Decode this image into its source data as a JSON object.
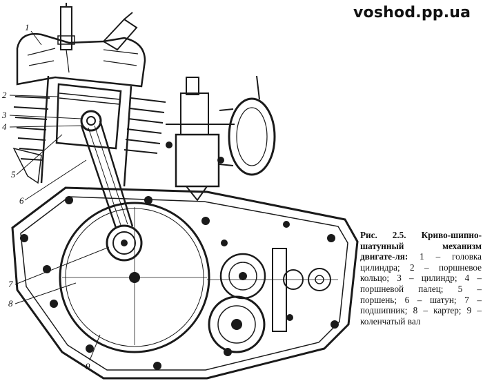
{
  "watermark": "voshod.pp.ua",
  "figure": {
    "caption_head": "Рис. 2.5. Криво-шипно-шатунный механизм двигате-ля:",
    "caption_body": " 1 – головка цилиндра; 2 – поршневое кольцо; 3 – цилиндр; 4 – поршневой палец; 5 – поршень; 6 – шатун; 7 – подшипник; 8 – картер; 9 – коленчатый вал"
  },
  "callouts": [
    "1",
    "2",
    "3",
    "4",
    "5",
    "6",
    "7",
    "8",
    "9"
  ]
}
